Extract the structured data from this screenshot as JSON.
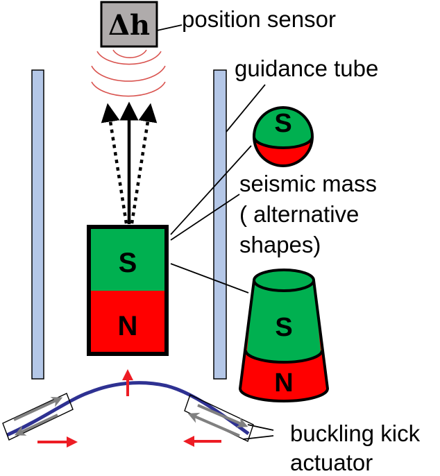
{
  "diagram": {
    "colors": {
      "tube": "#b4c7e7",
      "south_pole": "#00b050",
      "north_pole": "#ff0000",
      "sensor_box": "#afabab",
      "waves": "#d9534f",
      "beam": "#2e3192",
      "arrows": "#ed1c24",
      "actuator_arrows": "#808080"
    },
    "sensor": {
      "symbol": "Δh",
      "label": "position sensor"
    },
    "tube": {
      "label": "guidance tube"
    },
    "magnet": {
      "south": "S",
      "north": "N"
    },
    "sphere": {
      "south": "S"
    },
    "cone": {
      "south": "S",
      "north": "N"
    },
    "seismic_mass": {
      "label_lines": [
        "seismic mass",
        "( alternative",
        "shapes)"
      ]
    },
    "actuator": {
      "label_lines": [
        "buckling kick",
        "actuator"
      ]
    }
  }
}
